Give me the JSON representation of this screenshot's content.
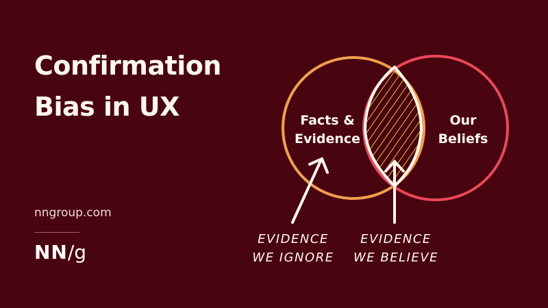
{
  "title": {
    "line1": "Confirmation",
    "line2": "Bias in UX"
  },
  "site": "nngroup.com",
  "logo": {
    "nn": "NN",
    "g": "/g"
  },
  "diagram": {
    "left_circle": "Facts & Evidence",
    "left_label_line1": "Facts &",
    "left_label_line2": "Evidence",
    "right_label_line1": "Our",
    "right_label_line2": "Beliefs",
    "annotation_ignore_line1": "EVIDENCE",
    "annotation_ignore_line2": "WE IGNORE",
    "annotation_believe_line1": "EVIDENCE",
    "annotation_believe_line2": "WE BELIEVE"
  },
  "colors": {
    "background": "#48040f",
    "left_circle": "#f0a050",
    "right_circle": "#e8485a",
    "hatch": "#f0c030"
  }
}
